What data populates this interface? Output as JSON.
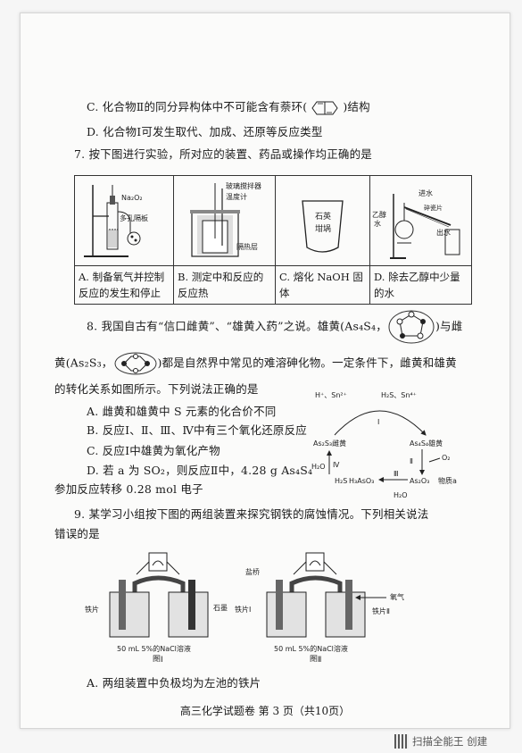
{
  "q6": {
    "optC_prefix": "C. 化合物Ⅱ的同分异构体中不可能含有萘环(",
    "optC_suffix": ")结构",
    "optD": "D. 化合物Ⅰ可发生取代、加成、还原等反应类型"
  },
  "q7": {
    "stem": "7. 按下图进行实验，所对应的装置、药品或操作均正确的是",
    "img_labels": {
      "a_na2o2": "Na₂O₂",
      "a_plate": "多孔隔板",
      "b_stirrer": "玻璃搅拌器",
      "b_thermo": "温度计",
      "b_insul": "隔热层",
      "c_crucible1": "石英",
      "c_crucible2": "坩埚",
      "d_ethanol": "乙醇",
      "d_water": "水",
      "d_chips": "碎瓷片",
      "d_in": "进水",
      "d_out": "出水"
    },
    "options": [
      {
        "l1": "A. 制备氧气并控制",
        "l2": "反应的发生和停止"
      },
      {
        "l1": "B. 测定中和反应的",
        "l2": "反应热"
      },
      {
        "l1": "C. 熔化 NaOH 固体",
        "l2": ""
      },
      {
        "l1": "D. 除去乙醇中少量",
        "l2": "的水"
      }
    ]
  },
  "q8": {
    "line1_a": "8. 我国自古有“信口雌黄”、“雄黄入药”之说。雄黄(As₄S₄，",
    "line1_b": ")与雌",
    "line2_a": "黄(As₂S₃，",
    "line2_b": ")都是自然界中常见的难溶砷化物。一定条件下，雌黄和雄黄",
    "line3": "的转化关系如图所示。下列说法正确的是",
    "optA": "A. 雌黄和雄黄中 S 元素的化合价不同",
    "optB": "B. 反应Ⅰ、Ⅱ、Ⅲ、Ⅳ中有三个氧化还原反应",
    "optC": "C. 反应Ⅰ中雄黄为氧化产物",
    "optD": "D. 若 a 为 SO₂，则反应Ⅱ中，4.28 g As₄S₄",
    "line_last": "参加反应转移 0.28 mol 电子",
    "diagram": {
      "top_left": "H⁺、Sn²⁺",
      "top_right": "H₂S、Sn⁴⁺",
      "r1": "Ⅰ",
      "r2": "Ⅱ",
      "r3": "Ⅲ",
      "r4": "Ⅳ",
      "cihuang": "As₂S₃雌黄",
      "xionghuang": "As₄S₄雄黄",
      "o2": "O₂",
      "h2o_left": "H₂O",
      "h2s": "H₂S",
      "h3aso3": "H₃AsO₃",
      "as2o3": "As₂O₃",
      "product_a": "物质a",
      "h2o_bottom": "H₂O"
    }
  },
  "q9": {
    "stem1": "9. 某学习小组按下图的两组装置来探究钢铁的腐蚀情况。下列相关说法",
    "stem2": "错误的是",
    "fig": {
      "salt_bridge": "盐桥",
      "iron1": "铁片",
      "graphite": "石墨",
      "sol1": "50 mL 5%的NaCl溶液",
      "cap1": "图Ⅰ",
      "iron_I": "铁片Ⅰ",
      "oxygen": "氧气",
      "iron_II": "铁片Ⅱ",
      "sol2": "50 mL 5%的NaCl溶液",
      "cap2": "图Ⅱ"
    },
    "optA": "A. 两组装置中负极均为左池的铁片"
  },
  "footer": "高三化学试题卷 第 3 页（共10页）",
  "watermark": "扫描全能王 创建"
}
